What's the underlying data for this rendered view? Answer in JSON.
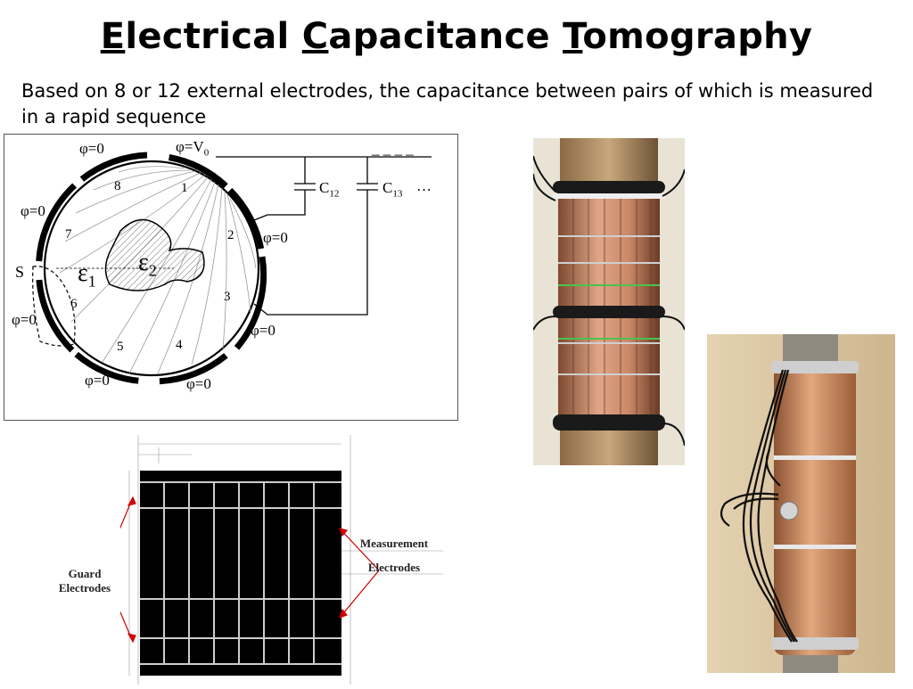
{
  "title": {
    "word1_initial": "E",
    "word1_rest": "lectrical ",
    "word2_initial": "C",
    "word2_rest": "apacitance ",
    "word3_initial": "T",
    "word3_rest": "omography"
  },
  "subtitle": "Based on 8 or 12 external  electrodes, the capacitance between pairs of which is measured in a rapid sequence",
  "ring_diagram": {
    "potential_zero": "φ=0",
    "potential_source": "φ=V",
    "source_subscript": "0",
    "electrode_numbers": [
      "1",
      "2",
      "3",
      "4",
      "5",
      "6",
      "7",
      "8"
    ],
    "region_label_S": "S",
    "permittivity_outer": "ε",
    "permittivity_outer_sub": "1",
    "permittivity_inner": "ε",
    "permittivity_inner_sub": "2",
    "cap_12": "C",
    "cap_12_sub": "12",
    "cap_13": "C",
    "cap_13_sub": "13",
    "ellipsis": "…",
    "dashes": "– – – –"
  },
  "sensor_drawing": {
    "guard_label_1": "Guard",
    "guard_label_2": "Electrodes",
    "measure_label_1": "Measurement",
    "measure_label_2": "Electrodes"
  },
  "colors": {
    "copper": "#c98a5c",
    "wood": "#d9c4a0",
    "arrow": "#cc0000"
  }
}
